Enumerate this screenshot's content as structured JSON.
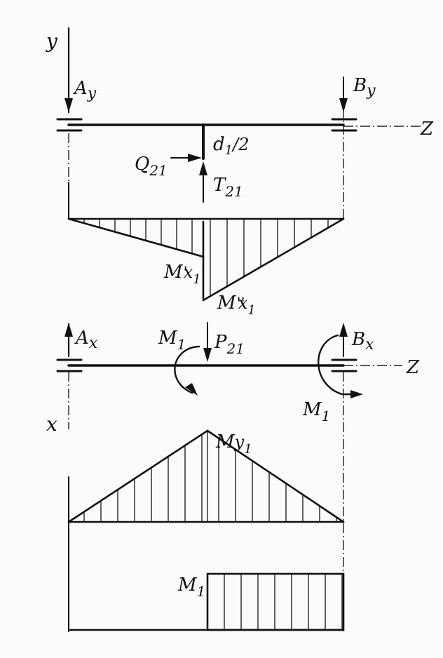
{
  "labels": {
    "y": "y",
    "x": "x",
    "z_top": "Z",
    "z_mid": "Z",
    "Ay_main": "A",
    "Ay_sub": "y",
    "By_main": "B",
    "By_sub": "y",
    "d_main": "d",
    "d_sub": "1",
    "d_tail": "/2",
    "Q_main": "Q",
    "Q_sub": "21",
    "T_main": "T",
    "T_sub": "21",
    "Mx1p_main": "M",
    "Mx1p_mid": "x",
    "Mx1p_sub": "1",
    "Mx1pp_main": "M",
    "Mx1pp_mid": "x",
    "Mx1pp_sub": "1",
    "Ax_main": "A",
    "Ax_sub": "x",
    "Bx_main": "B",
    "Bx_sub": "x",
    "M1_left_main": "M",
    "M1_left_sub": "1",
    "P_main": "P",
    "P_sub": "21",
    "M1_right_main": "M",
    "M1_right_sub": "1",
    "My1_main": "M",
    "My1_mid": "y",
    "My1_sub": "1",
    "M1_bottom_main": "M",
    "M1_bottom_sub": "1"
  },
  "colors": {
    "ink": "#111111",
    "paper": "#fbfbfa"
  }
}
